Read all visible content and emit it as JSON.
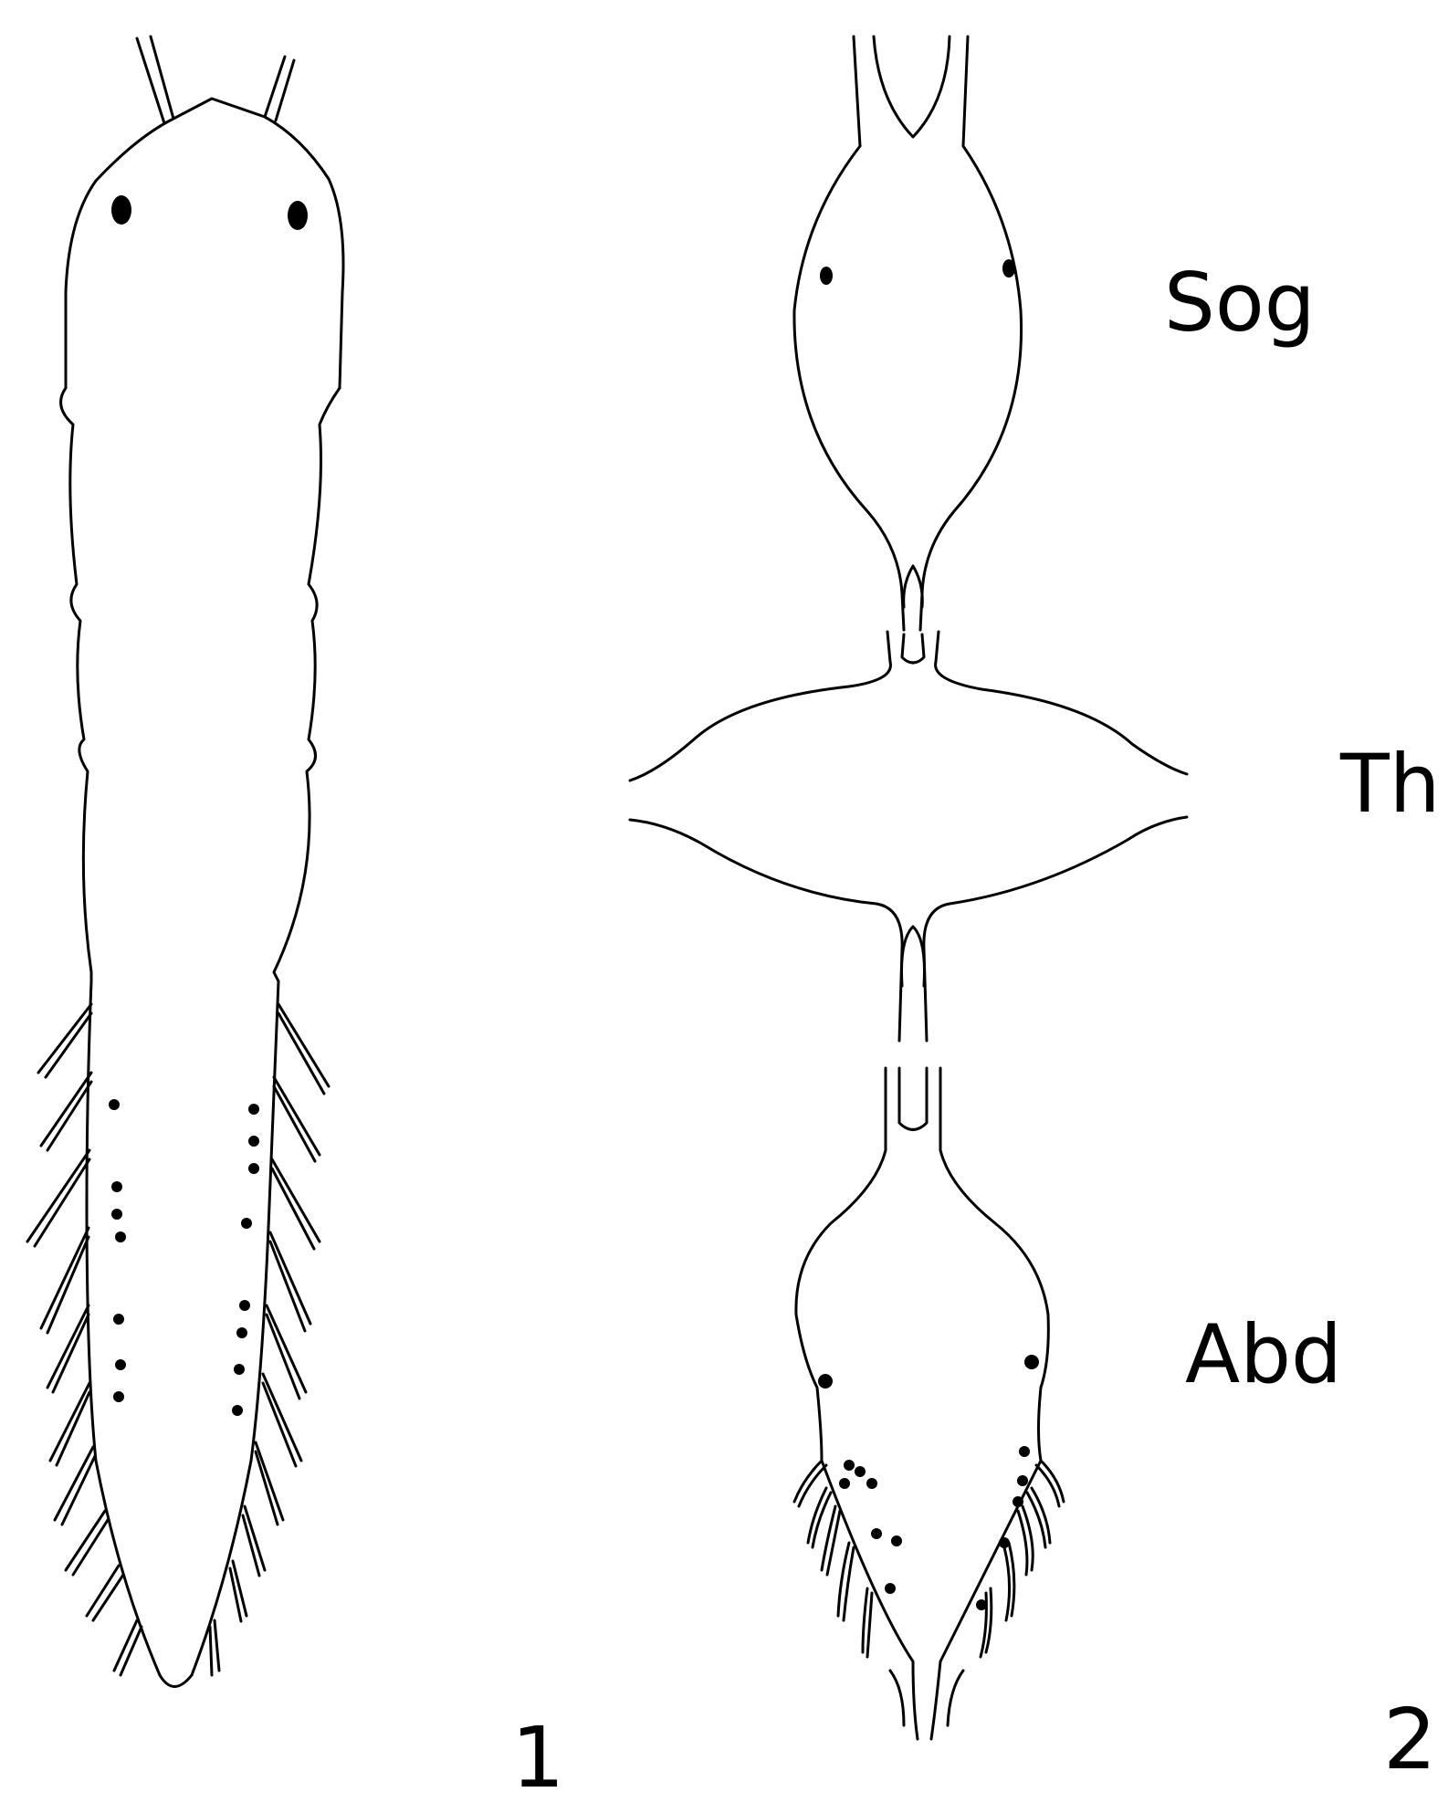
{
  "labels": {
    "sog": "Sog",
    "th": "Th",
    "abd": "Abd",
    "figure_1": "1",
    "figure_2": "2"
  },
  "colors": {
    "ink": "#000000",
    "paper": "#ffffff"
  }
}
